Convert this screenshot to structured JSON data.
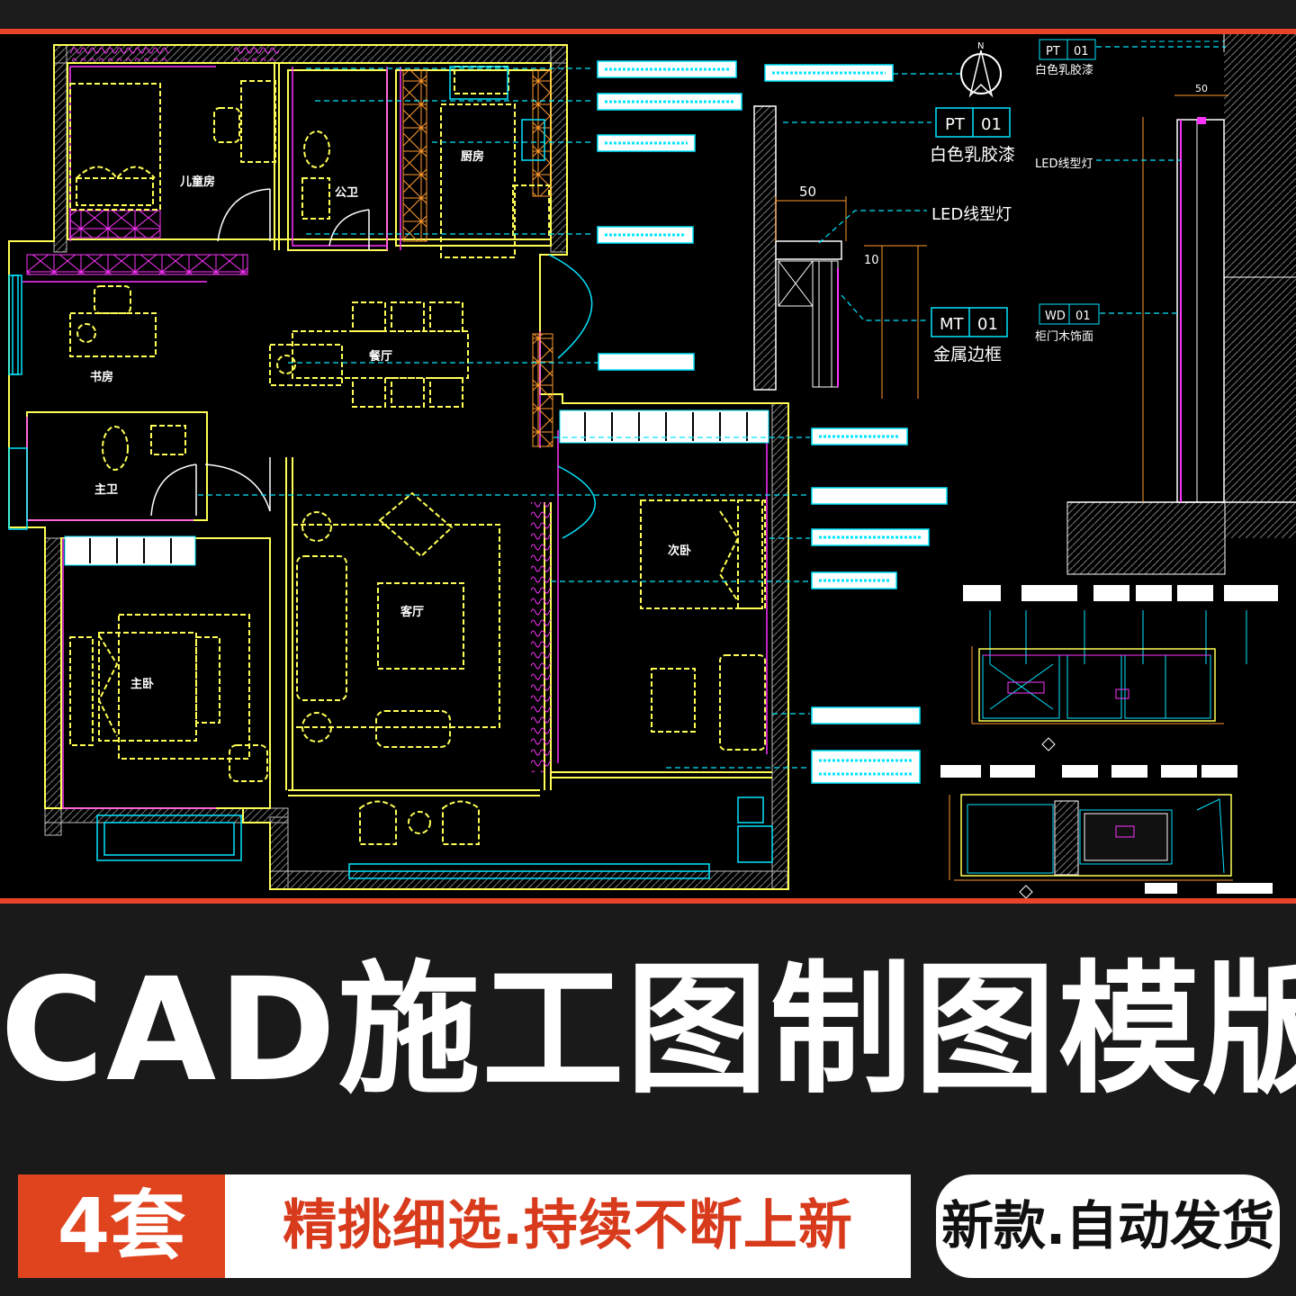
{
  "plan": {
    "rooms": {
      "kids_room": "儿童房",
      "guest_bath": "公卫",
      "kitchen": "厨房",
      "study": "书房",
      "dining": "餐厅",
      "master_bath": "主卫",
      "living": "客厅",
      "second_bedroom": "次卧",
      "master_bedroom": "主卧"
    },
    "north_label": "N"
  },
  "detail": {
    "tag_pt_code": "PT",
    "tag_pt_num": "01",
    "tag_pt_label": "白色乳胶漆",
    "led_label": "LED线型灯",
    "tag_mt_code": "MT",
    "tag_mt_num": "01",
    "tag_mt_label": "金属边框",
    "dim_50": "50",
    "dim_10": "10",
    "right_tag_pt_code": "PT",
    "right_tag_pt_num": "01",
    "right_tag_pt_label": "白色乳胶漆",
    "right_led_label": "LED线型灯",
    "right_tag_wd_code": "WD",
    "right_tag_wd_num": "01",
    "right_tag_wd_label": "柜门木饰面",
    "right_dim_50": "50"
  },
  "banner": {
    "title": "CAD施工图制图模版",
    "count_badge": "4套",
    "slogan": "精挑细选.持续不断上新",
    "pill": "新款.自动发货"
  },
  "colors": {
    "accent_red": "#e0441f",
    "cad_yellow": "#ffff55",
    "cad_cyan": "#00e5ff",
    "cad_magenta": "#ff33ff",
    "cad_orange": "#ff9a2e"
  }
}
